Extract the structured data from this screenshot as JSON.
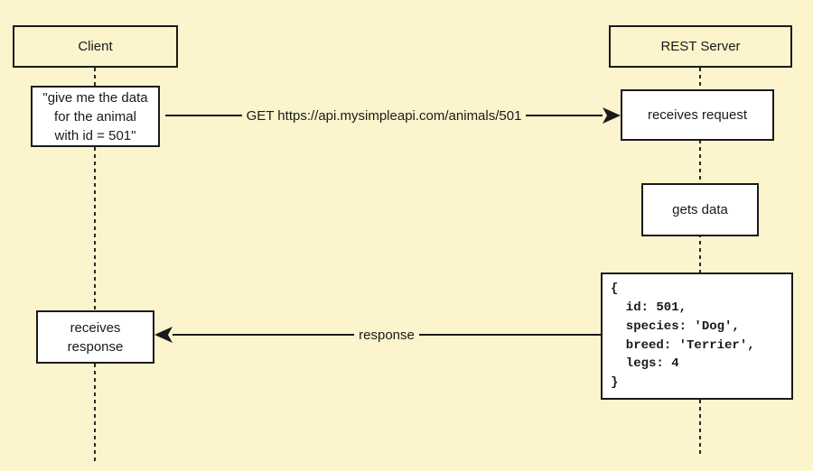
{
  "diagram": {
    "background_color": "#FBF4CC",
    "line_color": "#1A1A1A",
    "note_fill": "#FFFFFF"
  },
  "actors": {
    "client": {
      "label": "Client"
    },
    "server": {
      "label": "REST Server"
    }
  },
  "notes": {
    "client_request": "\"give me the data\nfor the animal\nwith id = 501\"",
    "receives_request": "receives request",
    "gets_data": "gets data",
    "response_payload": "{\n  id: 501,\n  species: 'Dog',\n  breed: 'Terrier',\n  legs: 4\n}",
    "receives_response": "receives\nresponse"
  },
  "messages": {
    "get_request": {
      "label": "GET https://api.mysimpleapi.com/animals/501",
      "direction": "right"
    },
    "response": {
      "label": "response",
      "direction": "left"
    }
  }
}
